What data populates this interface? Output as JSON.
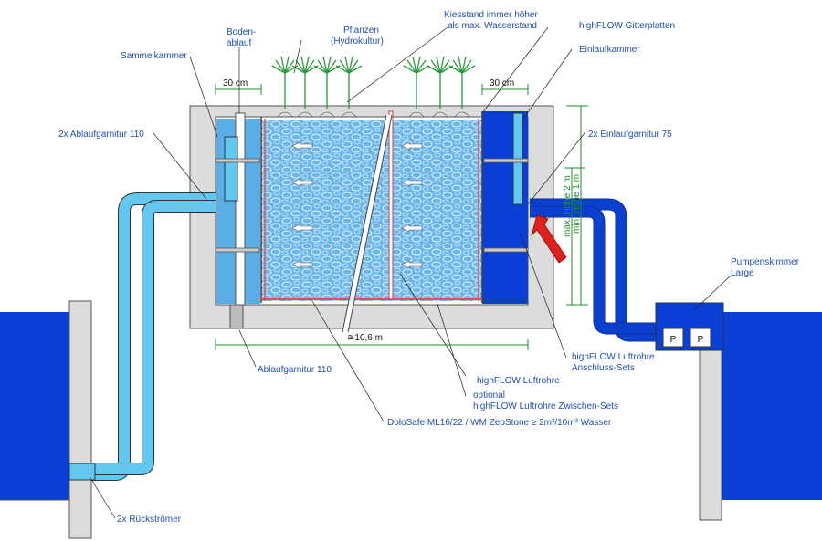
{
  "labels": {
    "sammelkammer": "Sammelkammer",
    "bodenablauf_1": "Boden-",
    "bodenablauf_2": "ablauf",
    "pflanzen_1": "Pflanzen",
    "pflanzen_2": "(Hydrokultur)",
    "kiesstand_1": "Kiesstand immer höher",
    "kiesstand_2": "als max. Wasserstand",
    "gitterplatten": "highFLOW Gitterplatten",
    "einlaufkammer": "Einlaufkammer",
    "ablaufgarnitur_2x": "2x Ablaufgarnitur 110",
    "einlaufgarnitur": "2x Einlaufgarnitur 75",
    "width_left": "30 cm",
    "width_right": "30 cm",
    "max_hoehe": "max. Höhe 2 m",
    "min_hoehe": "min. Höhe 1 m",
    "length": "≅10,6 m",
    "ablaufgarnitur": "Ablaufgarnitur 110",
    "luftrohre": "highFLOW Luftrohre",
    "optional_1": "optional",
    "optional_2": "highFLOW Luftrohre Zwischen-Sets",
    "anschluss_1": "highFLOW Luftrohre",
    "anschluss_2": "Anschluss-Sets",
    "dolosafe": "DoloSafe ML16/22  /  WM ZeoStone ≥ 2m³/10m³ Wasser",
    "pumpenskimmer_1": "Pumpenskimmer",
    "pumpenskimmer_2": "Large",
    "pump_1": "P",
    "pump_2": "P",
    "rueckstroemer": "2x Rückströmer"
  },
  "colors": {
    "water_dark": "#0a3fd6",
    "water_light": "#5aaee8",
    "concrete": "#dcdcdc",
    "pipe_light": "#62c8f0",
    "pipe_dark": "#0b3fcf",
    "dimension_green": "#1b8f2a",
    "arrow_red": "#e0201a",
    "label_blue": "#1f4fb0"
  }
}
